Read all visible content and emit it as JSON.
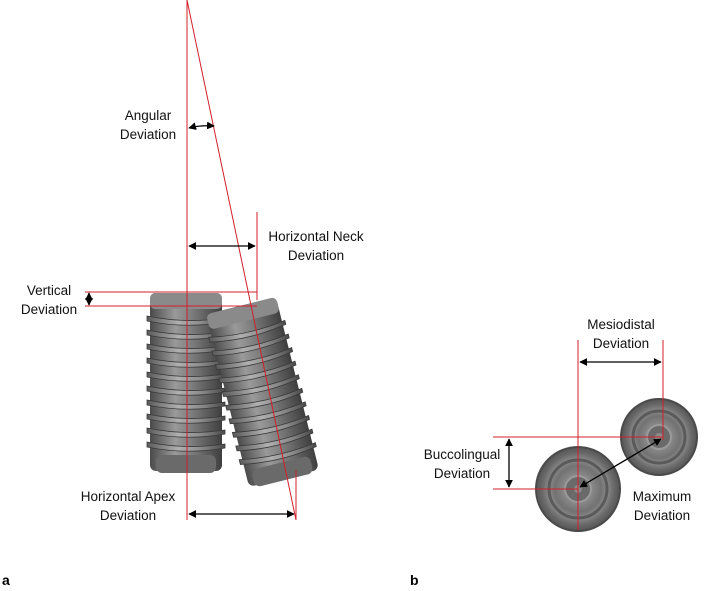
{
  "panel_a": {
    "letter": "a",
    "labels": {
      "angular_line1": "Angular",
      "angular_line2": "Deviation",
      "neck_line1": "Horizontal Neck",
      "neck_line2": "Deviation",
      "vertical_line1": "Vertical",
      "vertical_line2": "Deviation",
      "apex_line1": "Horizontal Apex",
      "apex_line2": "Deviation"
    }
  },
  "panel_b": {
    "letter": "b",
    "labels": {
      "mesiodistal_line1": "Mesiodistal",
      "mesiodistal_line2": "Deviation",
      "buccolingual_line1": "Buccolingual",
      "buccolingual_line2": "Deviation",
      "maximum_line1": "Maximum",
      "maximum_line2": "Deviation"
    }
  },
  "colors": {
    "reference_line": "#d0202a",
    "arrow": "#000000",
    "implant_body": "#6e6e6e",
    "implant_thread": "#3c3c3c"
  }
}
